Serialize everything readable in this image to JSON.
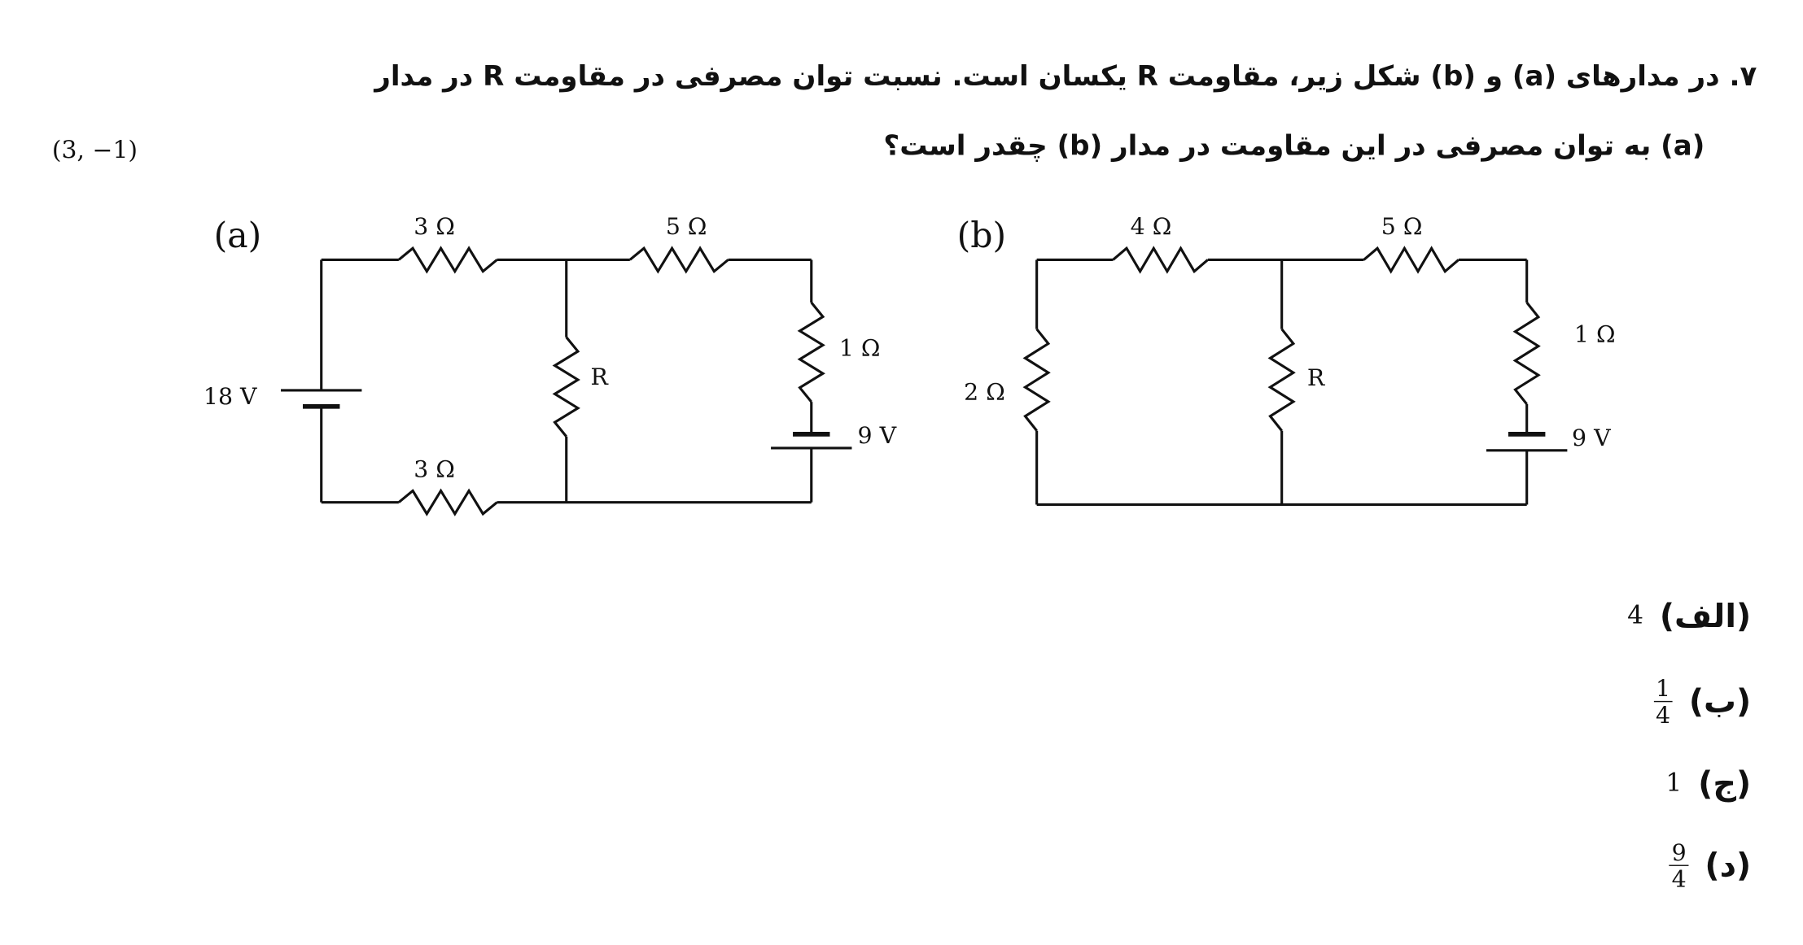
{
  "question": {
    "line1": "۷. در مدارهای (a) و (b) شکل زیر، مقاومت R یکسان است. نسبت توان مصرفی در مقاومت R در مدار",
    "line2": "(a) به توان مصرفی در این مقاومت در مدار (b) چقدر است؟",
    "margin_note": "(3, −1)"
  },
  "circuit_a": {
    "label": "(a)",
    "top_left_resistor": "3 Ω",
    "top_right_resistor": "5 Ω",
    "bottom_resistor": "3 Ω",
    "middle_resistor": "R",
    "right_resistor": "1 Ω",
    "left_battery": "18 V",
    "right_battery": "9 V"
  },
  "circuit_b": {
    "label": "(b)",
    "top_left_resistor": "4 Ω",
    "top_right_resistor": "5 Ω",
    "left_resistor": "2 Ω",
    "middle_resistor": "R",
    "right_resistor": "1 Ω",
    "right_battery": "9 V"
  },
  "options": [
    {
      "label": "(الف)",
      "value": "4"
    },
    {
      "label": "(ب)",
      "numerator": "1",
      "denominator": "4"
    },
    {
      "label": "(ج)",
      "value": "1"
    },
    {
      "label": "(د)",
      "numerator": "9",
      "denominator": "4"
    }
  ]
}
